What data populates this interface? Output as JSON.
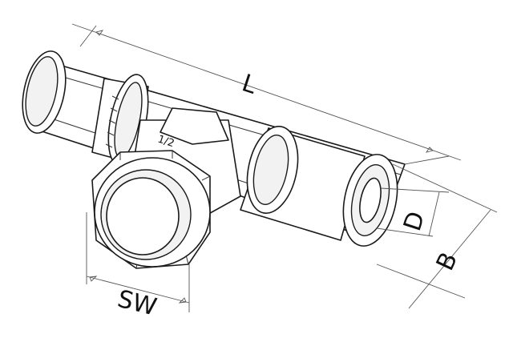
{
  "drawing": {
    "dimension_labels": {
      "length": "L",
      "pipe_diameter": "D",
      "outer_diameter": "B",
      "wrench_size": "SW"
    },
    "thread_marking": "1/2"
  },
  "colors": {
    "line": "#1a1a1a",
    "dimension_line": "#555555",
    "background": "#ffffff"
  }
}
